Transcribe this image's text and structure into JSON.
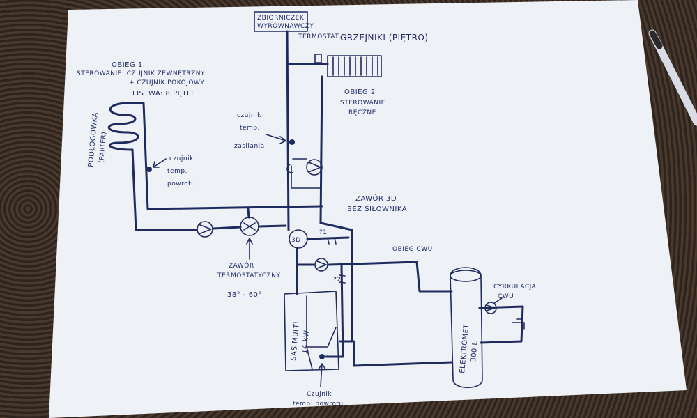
{
  "labels": {
    "zbiornik": [
      "ZBIORNICZEK",
      "WYRÓWNAWCZY"
    ],
    "termostat": "TERMOSTAT",
    "grzejniki": "GRZEJNIKI (PIĘTRO)",
    "obieg1": [
      "OBIEG 1.",
      "STEROWANIE: CZUJNIK ZEWNĘTRZNY",
      "+ CZUJNIK POKOJOWY",
      "LISTWA: 8 PĘTLI"
    ],
    "obieg2": [
      "OBIEG 2",
      "STEROWANIE",
      "RĘCZNE"
    ],
    "podlogowka": [
      "PODŁOGÓWKA",
      "(PARTER)"
    ],
    "czujnik_powrotu_1": [
      "czujnik",
      "temp.",
      "powrotu"
    ],
    "czujnik_zasilania": [
      "czujnik",
      "temp.",
      "zasilania"
    ],
    "zawor_3d": [
      "ZAWÓR 3D",
      "BEZ SIŁOWNIKA"
    ],
    "zawor_3d_symbol": "3D",
    "q1": "?1",
    "q2": "?2",
    "zawor_termo": [
      "ZAWÓR",
      "TERMOSTATYCZNY"
    ],
    "zakres": "38° - 60°",
    "obieg_cwu": "OBIEG CWU",
    "cyrkulacja": [
      "CYRKULACJA",
      "CWU"
    ],
    "kociol": [
      "SAS MULTI",
      "14 kW"
    ],
    "zasobnik": [
      "ELEKTROMET",
      "300 L"
    ],
    "czujnik_powrotu_2": [
      "Czujnik",
      "temp. powrotu."
    ]
  },
  "colors": {
    "ink": "#1e2b5e",
    "paper": "#eef1f6"
  }
}
